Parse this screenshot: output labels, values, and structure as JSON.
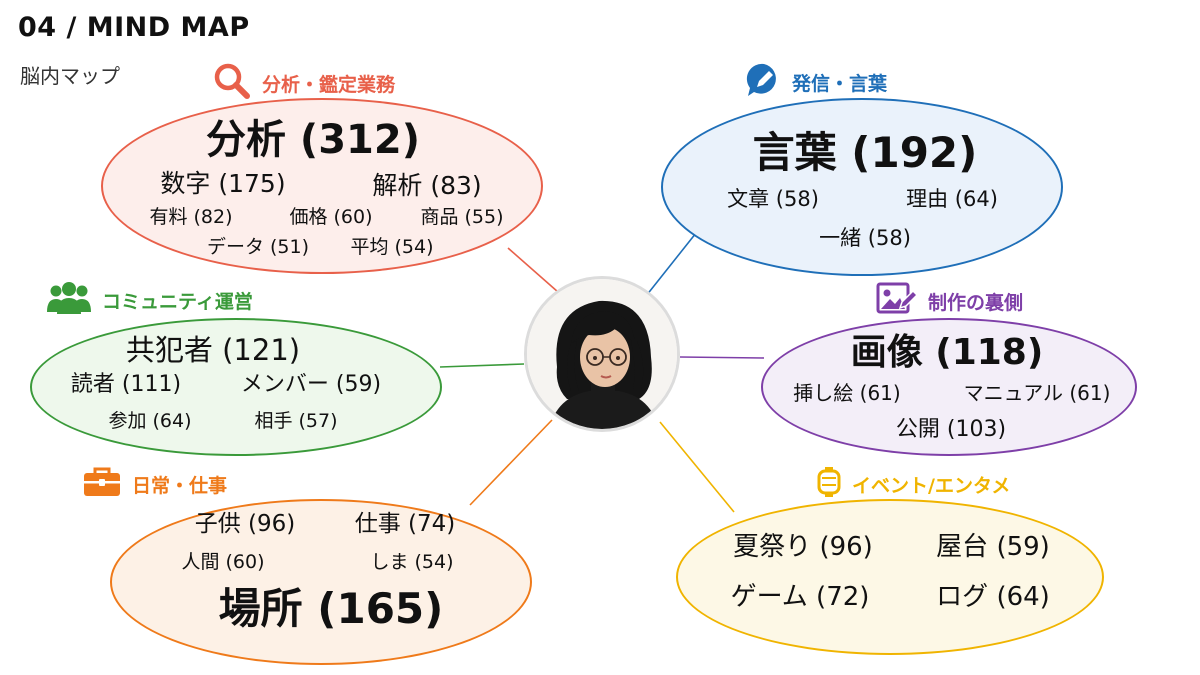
{
  "header": {
    "title": "04 / MIND MAP",
    "subtitle": "脳内マップ"
  },
  "center": {
    "icon": "portrait-avatar"
  },
  "groups": [
    {
      "id": "analysis",
      "label": "分析・鑑定業務",
      "icon": "magnifier-icon",
      "color": "#e8604a",
      "fill": "#fdeeeb",
      "main": "分析 (312)",
      "words": [
        "数字 (175)",
        "解析 (83)",
        "有料 (82)",
        "価格 (60)",
        "商品 (55)",
        "データ (51)",
        "平均 (54)"
      ]
    },
    {
      "id": "words",
      "label": "発信・言葉",
      "icon": "pencil-bubble-icon",
      "color": "#1f6fb8",
      "fill": "#eaf2fb",
      "main": "言葉 (192)",
      "words": [
        "文章 (58)",
        "理由 (64)",
        "一緒 (58)"
      ]
    },
    {
      "id": "community",
      "label": "コミュニティ運営",
      "icon": "people-icon",
      "color": "#3a9a3a",
      "fill": "#eef8ec",
      "main": "共犯者 (121)",
      "words": [
        "読者 (111)",
        "メンバー (59)",
        "参加 (64)",
        "相手 (57)"
      ]
    },
    {
      "id": "creation",
      "label": "制作の裏側",
      "icon": "image-edit-icon",
      "color": "#7e3fa8",
      "fill": "#f3eef8",
      "main": "画像 (118)",
      "words": [
        "挿し絵 (61)",
        "マニュアル (61)",
        "公開 (103)"
      ]
    },
    {
      "id": "daily",
      "label": "日常・仕事",
      "icon": "briefcase-icon",
      "color": "#ef7a1a",
      "fill": "#fdf1e6",
      "main": "場所 (165)",
      "words": [
        "子供 (96)",
        "仕事 (74)",
        "人間 (60)",
        "しま (54)"
      ]
    },
    {
      "id": "events",
      "label": "イベント/エンタメ",
      "icon": "lantern-icon",
      "color": "#f0b400",
      "fill": "#fdf8e6",
      "main": "",
      "words": [
        "夏祭り (96)",
        "屋台 (59)",
        "ゲーム (72)",
        "ログ (64)"
      ]
    }
  ]
}
